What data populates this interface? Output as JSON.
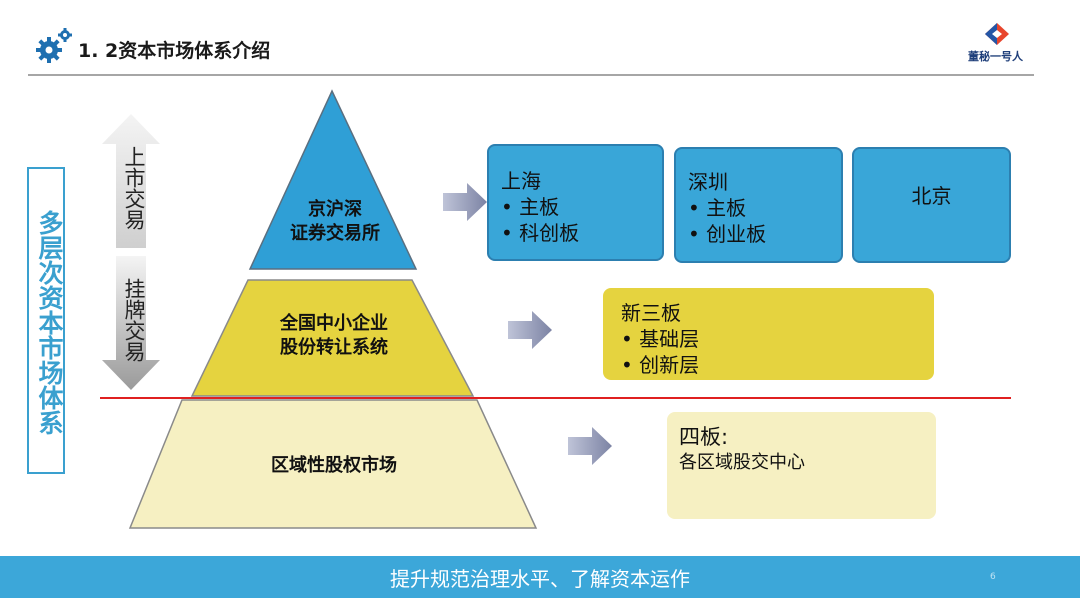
{
  "header": {
    "title": "1. 2资本市场体系介绍",
    "logo_text": "董秘一号人"
  },
  "side_title": "多层次资本市场体系",
  "arrows": {
    "up_label": "上市交易",
    "down_label": "挂牌交易"
  },
  "pyramid": {
    "top": [
      "京沪深",
      "证券交易所"
    ],
    "middle": [
      "全国中小企业",
      "股份转让系统"
    ],
    "bottom": "区域性股权市场"
  },
  "boxes": {
    "shanghai": {
      "title": "上海",
      "items": [
        "• 主板",
        "• 科创板"
      ]
    },
    "shenzhen": {
      "title": "深圳",
      "items": [
        "• 主板",
        "• 创业板"
      ]
    },
    "beijing": {
      "title": "北京"
    },
    "neeq": {
      "title": "新三板",
      "items": [
        "•   基础层",
        "•   创新层"
      ]
    },
    "regional": {
      "title": "四板:",
      "subtitle": "各区域股交中心"
    }
  },
  "footer": {
    "text": "提升规范治理水平、了解资本运作",
    "page": "6"
  },
  "colors": {
    "accent_blue": "#3ca7d9",
    "top_tier": "#2f9fd6",
    "middle_tier": "#e5d33f",
    "bottom_tier": "#f6f0c2",
    "divider_red": "#e02020"
  }
}
